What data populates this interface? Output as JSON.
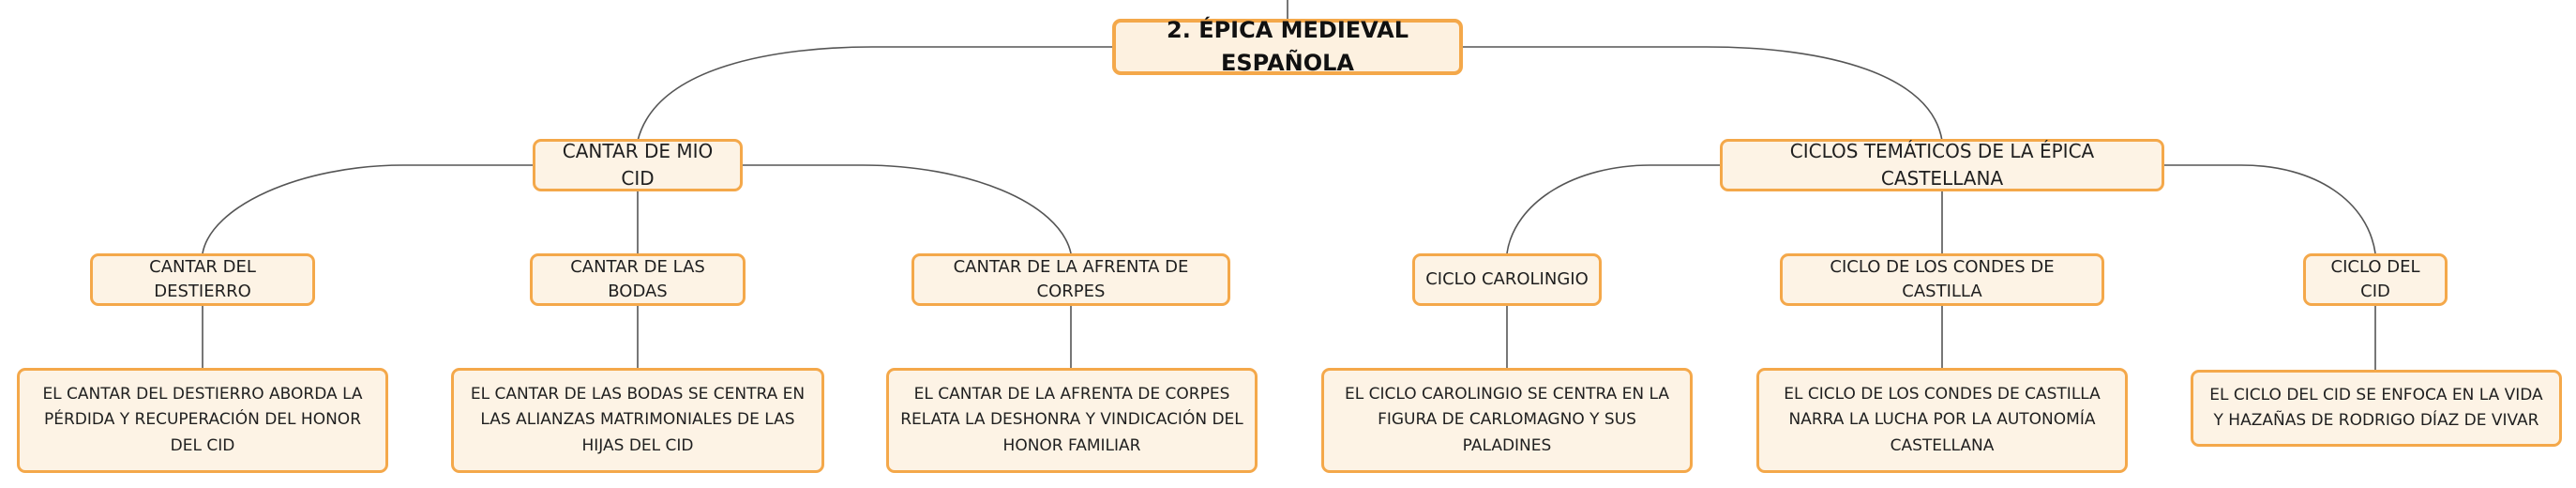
{
  "root": {
    "label": "2. ÉPICA MEDIEVAL ESPAÑOLA"
  },
  "branches": {
    "cantar_mio_cid": {
      "label": "CANTAR DE MIO CID",
      "children": {
        "destierro": {
          "label": "CANTAR DEL DESTIERRO",
          "detail": "EL CANTAR DEL DESTIERRO ABORDA LA PÉRDIDA Y RECUPERACIÓN DEL HONOR DEL CID"
        },
        "bodas": {
          "label": "CANTAR DE LAS BODAS",
          "detail": "EL CANTAR DE LAS BODAS SE CENTRA EN LAS ALIANZAS MATRIMONIALES DE LAS HIJAS DEL CID"
        },
        "afrenta": {
          "label": "CANTAR DE LA AFRENTA DE CORPES",
          "detail": "EL CANTAR DE LA AFRENTA DE CORPES RELATA LA DESHONRA Y VINDICACIÓN DEL HONOR FAMILIAR"
        }
      }
    },
    "ciclos": {
      "label": "CICLOS TEMÁTICOS DE LA ÉPICA CASTELLANA",
      "children": {
        "carolingio": {
          "label": "CICLO CAROLINGIO",
          "detail": "EL CICLO CAROLINGIO SE CENTRA EN LA FIGURA DE CARLOMAGNO Y SUS PALADINES"
        },
        "condes": {
          "label": "CICLO DE LOS CONDES DE CASTILLA",
          "detail": "EL CICLO DE LOS CONDES DE CASTILLA NARRA LA LUCHA POR LA AUTONOMÍA CASTELLANA"
        },
        "cid": {
          "label": "CICLO DEL CID",
          "detail": "EL CICLO DEL CID SE ENFOCA EN LA VIDA Y HAZAÑAS DE RODRIGO DÍAZ DE VIVAR"
        }
      }
    }
  },
  "colors": {
    "node_border": "#f4a84a",
    "node_fill": "#fdf3e5",
    "connector": "#555555"
  }
}
